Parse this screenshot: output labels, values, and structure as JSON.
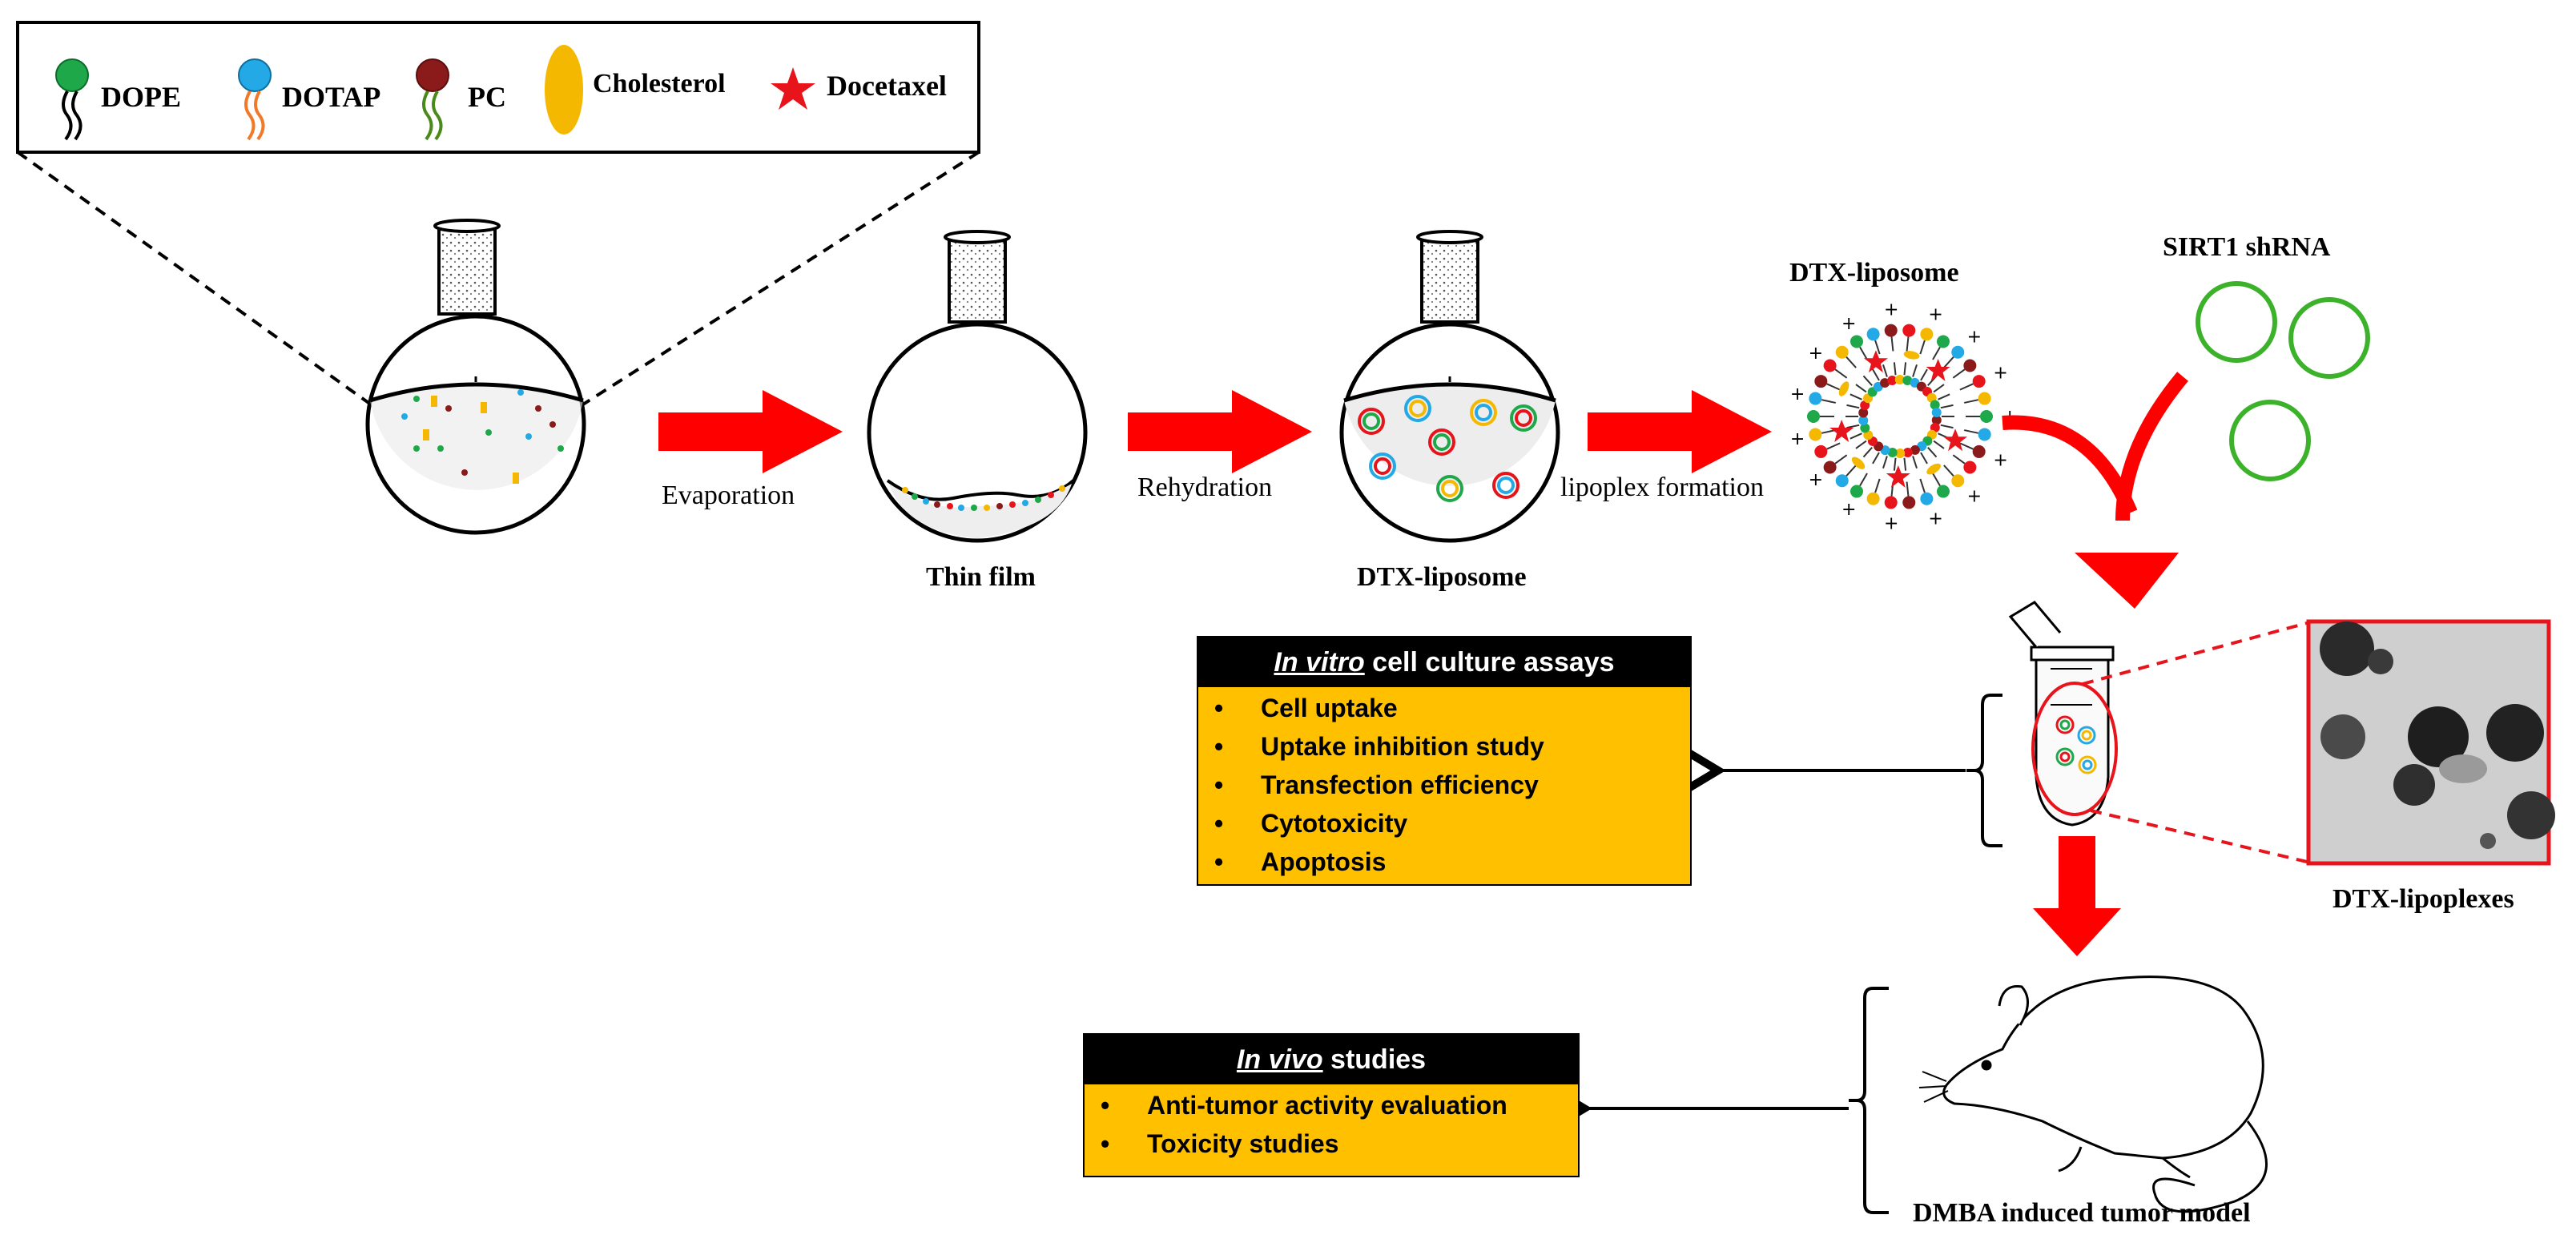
{
  "legend": {
    "items": [
      {
        "name": "DOPE",
        "color": "#1fa84a",
        "tail": "#000000"
      },
      {
        "name": "DOTAP",
        "color": "#22a9e6",
        "tail": "#f07a2a"
      },
      {
        "name": "PC",
        "color": "#8b1a1a",
        "tail": "#4a8a1a"
      },
      {
        "name": "Cholesterol",
        "color": "#f5b800"
      },
      {
        "name": "Docetaxel",
        "color": "#e8141c"
      }
    ]
  },
  "steps": {
    "evaporation": "Evaporation",
    "rehydration": "Rehydration",
    "lipoplex_formation": "lipoplex formation"
  },
  "labels": {
    "thin_film": "Thin film",
    "dtx_liposome_flask": "DTX-liposome",
    "dtx_liposome_top": "DTX-liposome",
    "sirt1": "SIRT1 shRNA",
    "dtx_lipoplexes": "DTX-lipoplexes",
    "dmba": "DMBA induced tumor model"
  },
  "in_vitro": {
    "title_italic": "In vitro",
    "title_rest": " cell culture assays",
    "items": [
      "Cell uptake",
      "Uptake inhibition study",
      "Transfection efficiency",
      "Cytotoxicity",
      "Apoptosis"
    ]
  },
  "in_vivo": {
    "title_italic": "In vivo",
    "title_rest": " studies",
    "items": [
      "Anti-tumor activity evaluation",
      "Toxicity studies"
    ]
  },
  "colors": {
    "arrow_red": "#ff0000",
    "box_fill": "#ffc000",
    "shrna_green": "#3cb22a"
  }
}
